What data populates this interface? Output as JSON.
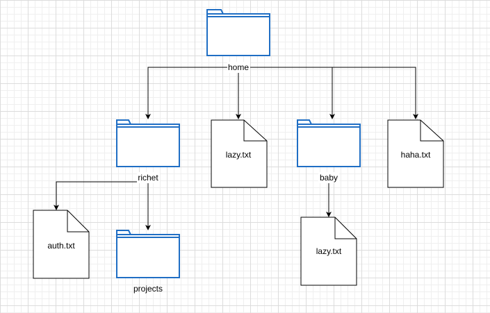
{
  "colors": {
    "folder_stroke": "#1f6ec4",
    "folder_fill": "#ffffff",
    "file_stroke": "#000000",
    "file_fill": "#ffffff",
    "edge": "#000000",
    "grid_major": "#dcdcdc",
    "grid_minor": "#efefef"
  },
  "nodes": {
    "home": {
      "label": "home",
      "kind": "folder",
      "icon": "folder-icon"
    },
    "richet": {
      "label": "richet",
      "kind": "folder",
      "icon": "folder-icon"
    },
    "lazy_home": {
      "label": "lazy.txt",
      "kind": "file",
      "icon": "file-icon"
    },
    "baby": {
      "label": "baby",
      "kind": "folder",
      "icon": "folder-icon"
    },
    "haha": {
      "label": "haha.txt",
      "kind": "file",
      "icon": "file-icon"
    },
    "auth": {
      "label": "auth.txt",
      "kind": "file",
      "icon": "file-icon"
    },
    "projects": {
      "label": "projects",
      "kind": "folder",
      "icon": "folder-icon"
    },
    "lazy_baby": {
      "label": "lazy.txt",
      "kind": "file",
      "icon": "file-icon"
    }
  },
  "edges": [
    {
      "from": "home",
      "to": "richet"
    },
    {
      "from": "home",
      "to": "lazy_home"
    },
    {
      "from": "home",
      "to": "baby"
    },
    {
      "from": "home",
      "to": "haha"
    },
    {
      "from": "richet",
      "to": "auth"
    },
    {
      "from": "richet",
      "to": "projects"
    },
    {
      "from": "baby",
      "to": "lazy_baby"
    }
  ]
}
